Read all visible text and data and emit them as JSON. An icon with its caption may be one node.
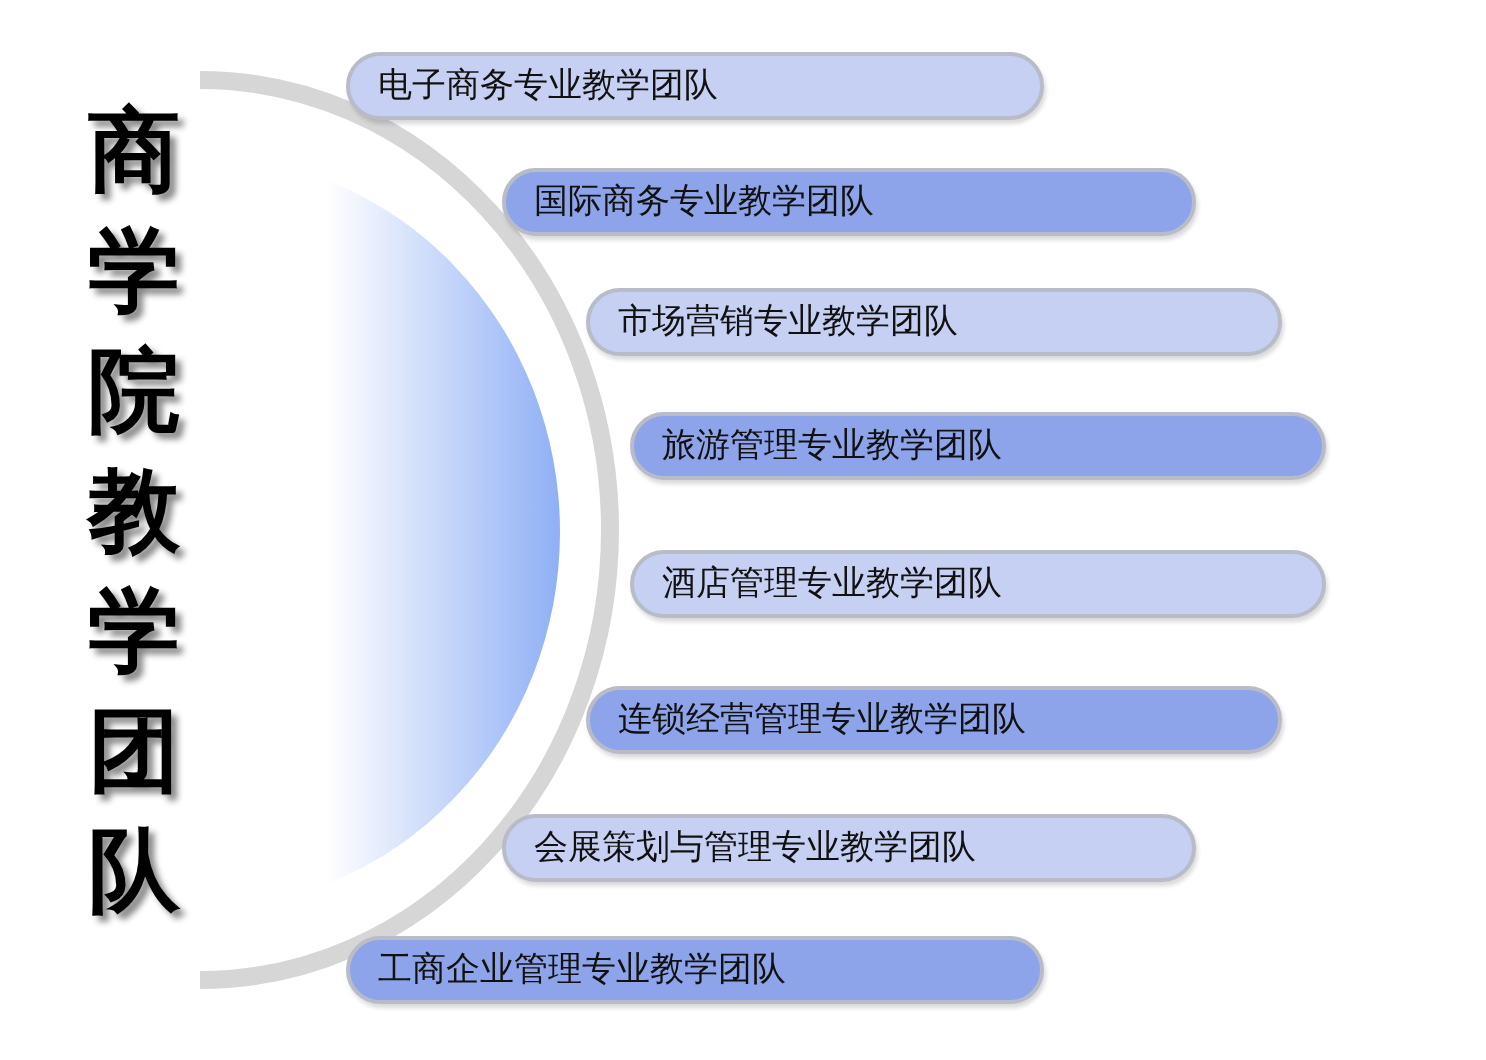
{
  "diagram": {
    "title": "商学院教学团队",
    "nodes": [
      {
        "text": [
          "电子商务专业教学团队"
        ]
      },
      {
        "text": [
          "国际商务专业教学团队"
        ]
      },
      {
        "text": [
          "市场营销专业教学团队"
        ]
      },
      {
        "text": [
          "旅游管理专业教学团队"
        ]
      },
      {
        "text": [
          "酒店管理专业教学团队"
        ]
      },
      {
        "text": [
          "连锁经营管理专业教学团队"
        ]
      },
      {
        "text": [
          "会展策划与管理专业教学团队"
        ]
      },
      {
        "text": [
          "工商企业管理专业教学团队"
        ]
      }
    ]
  }
}
